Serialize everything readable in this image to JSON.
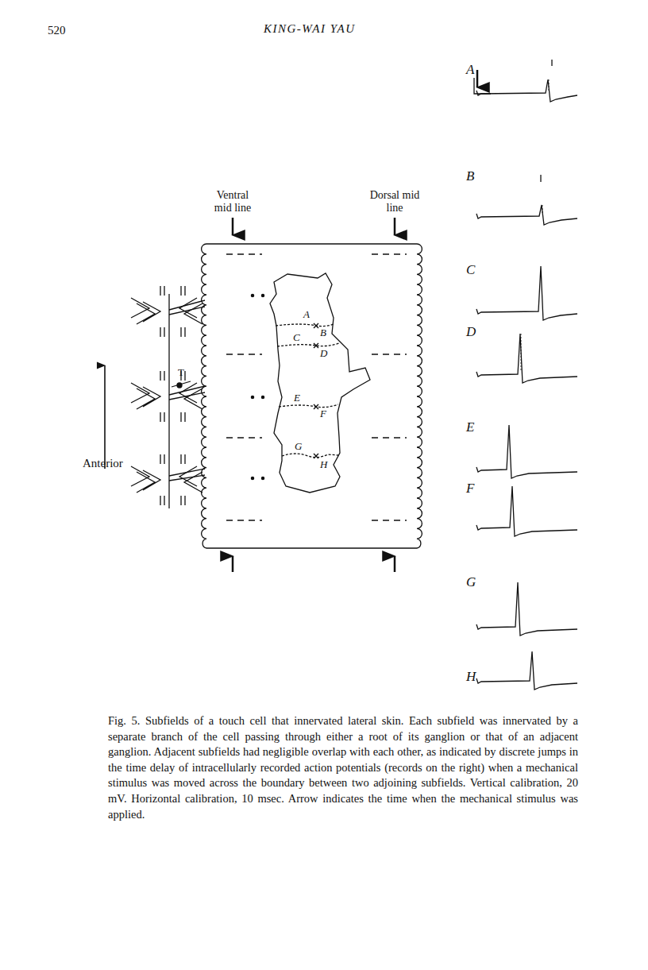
{
  "diagram": {
    "caption": "Fig. 5. Subfields of a touch cell that innervated lateral skin. Each subfield was innervated by a separate branch of the cell passing through either a root of its ganglion or that of an adjacent ganglion. Adjacent subfields had negligible overlap with each other, as indicated by discrete jumps in the time delay of intracellularly recorded action potentials (records on the right) when a mechanical stimulus was moved across the boundary between two adjoining subfields. Vertical calibration, 20 mV. Horizontal calibration, 10 msec. Arrow indicates the time when the mechanical stimulus was applied.",
    "labels": [
      "520",
      "KING-WAI YAU",
      "Ventral mid line",
      "Dorsal mid line",
      "Anterior",
      "T",
      "A",
      "B",
      "C",
      "D",
      "E",
      "F",
      "G",
      "H",
      "A",
      "B",
      "C",
      "D",
      "E",
      "F",
      "G",
      "H"
    ]
  }
}
